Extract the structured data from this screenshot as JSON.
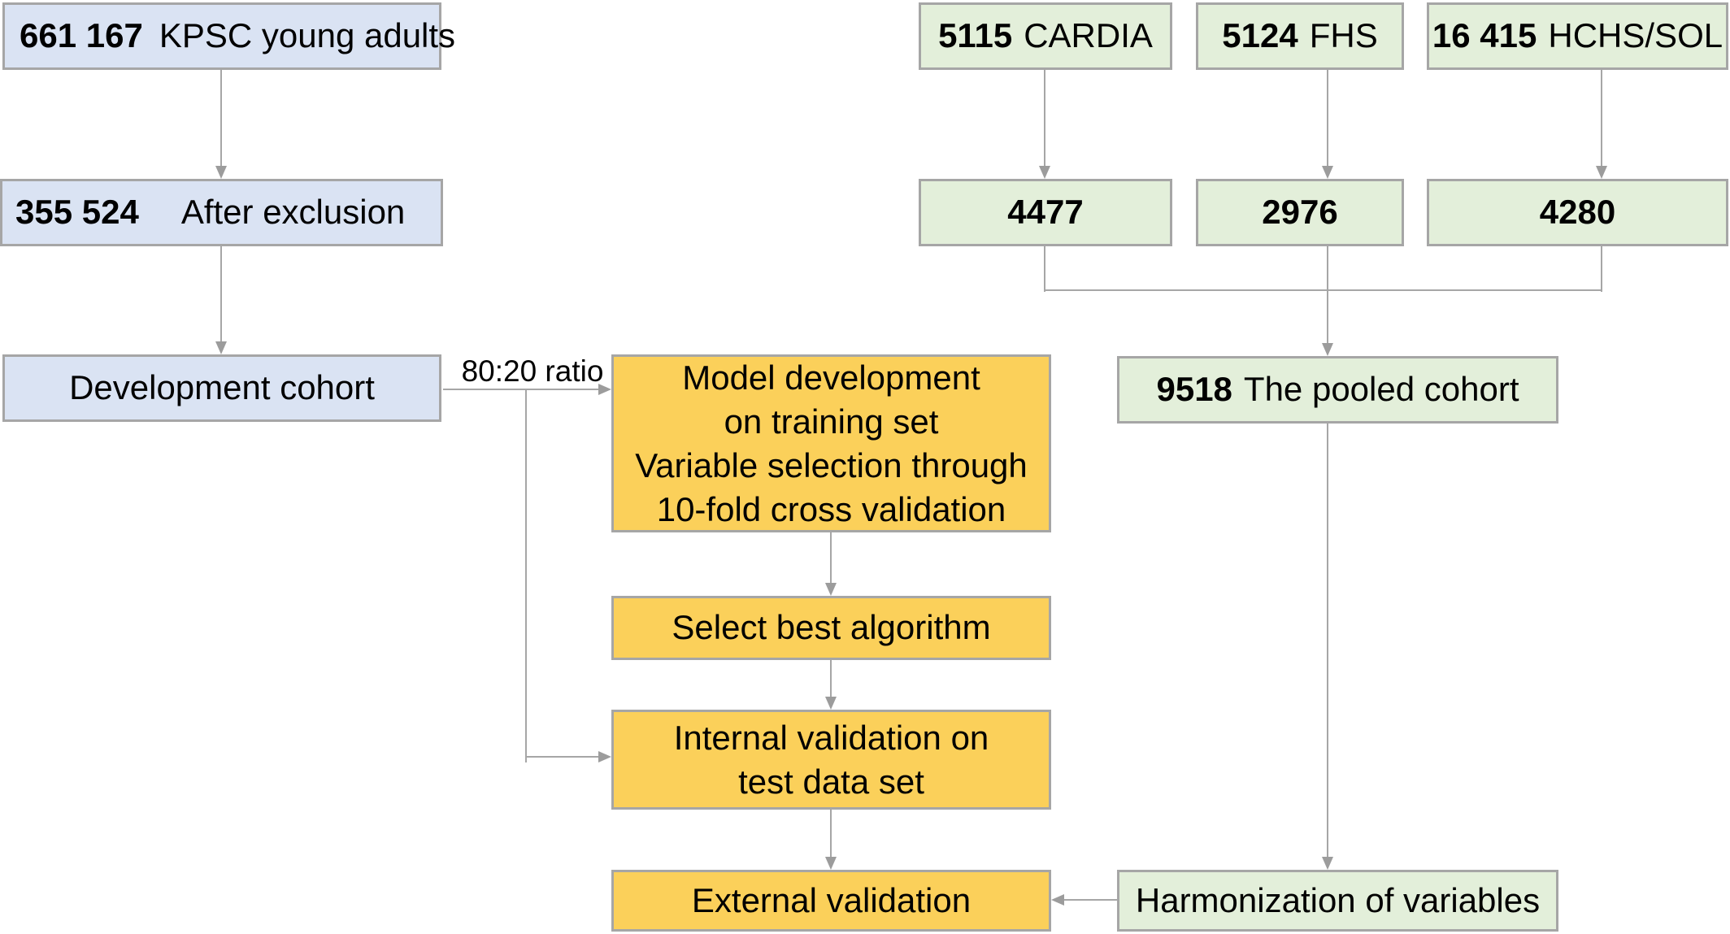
{
  "diagram": {
    "title_hint": "Study cohort and model development flowchart",
    "colors": {
      "development_cohort_fill": "#dae3f3",
      "external_cohort_fill": "#e3efda",
      "process_fill": "#fbd05a",
      "box_border": "#a6a6a6",
      "connector": "#a6a6a6"
    },
    "nodes": {
      "kpsc": {
        "number": "661 167",
        "label": "KPSC young adults"
      },
      "after_exclusion": {
        "number": "355 524",
        "label": "After exclusion"
      },
      "development_cohort": {
        "label": "Development cohort"
      },
      "cardia": {
        "number": "5115",
        "label": "CARDIA"
      },
      "fhs": {
        "number": "5124",
        "label": "FHS"
      },
      "hchs": {
        "number": "16 415",
        "label": "HCHS/SOL"
      },
      "cardia_included": {
        "number": "4477"
      },
      "fhs_included": {
        "number": "2976"
      },
      "hchs_included": {
        "number": "4280"
      },
      "pooled": {
        "number": "9518",
        "label": "The pooled cohort"
      },
      "model_dev": {
        "lines": [
          "Model development",
          "on training set",
          "Variable selection through",
          "10-fold cross validation"
        ]
      },
      "select_best": {
        "label": "Select best algorithm"
      },
      "internal_validation": {
        "lines": [
          "Internal validation on",
          "test data set"
        ]
      },
      "external_validation": {
        "label": "External validation"
      },
      "harmonization": {
        "label": "Harmonization of variables"
      }
    },
    "edge_labels": {
      "split_ratio": "80:20 ratio"
    }
  }
}
